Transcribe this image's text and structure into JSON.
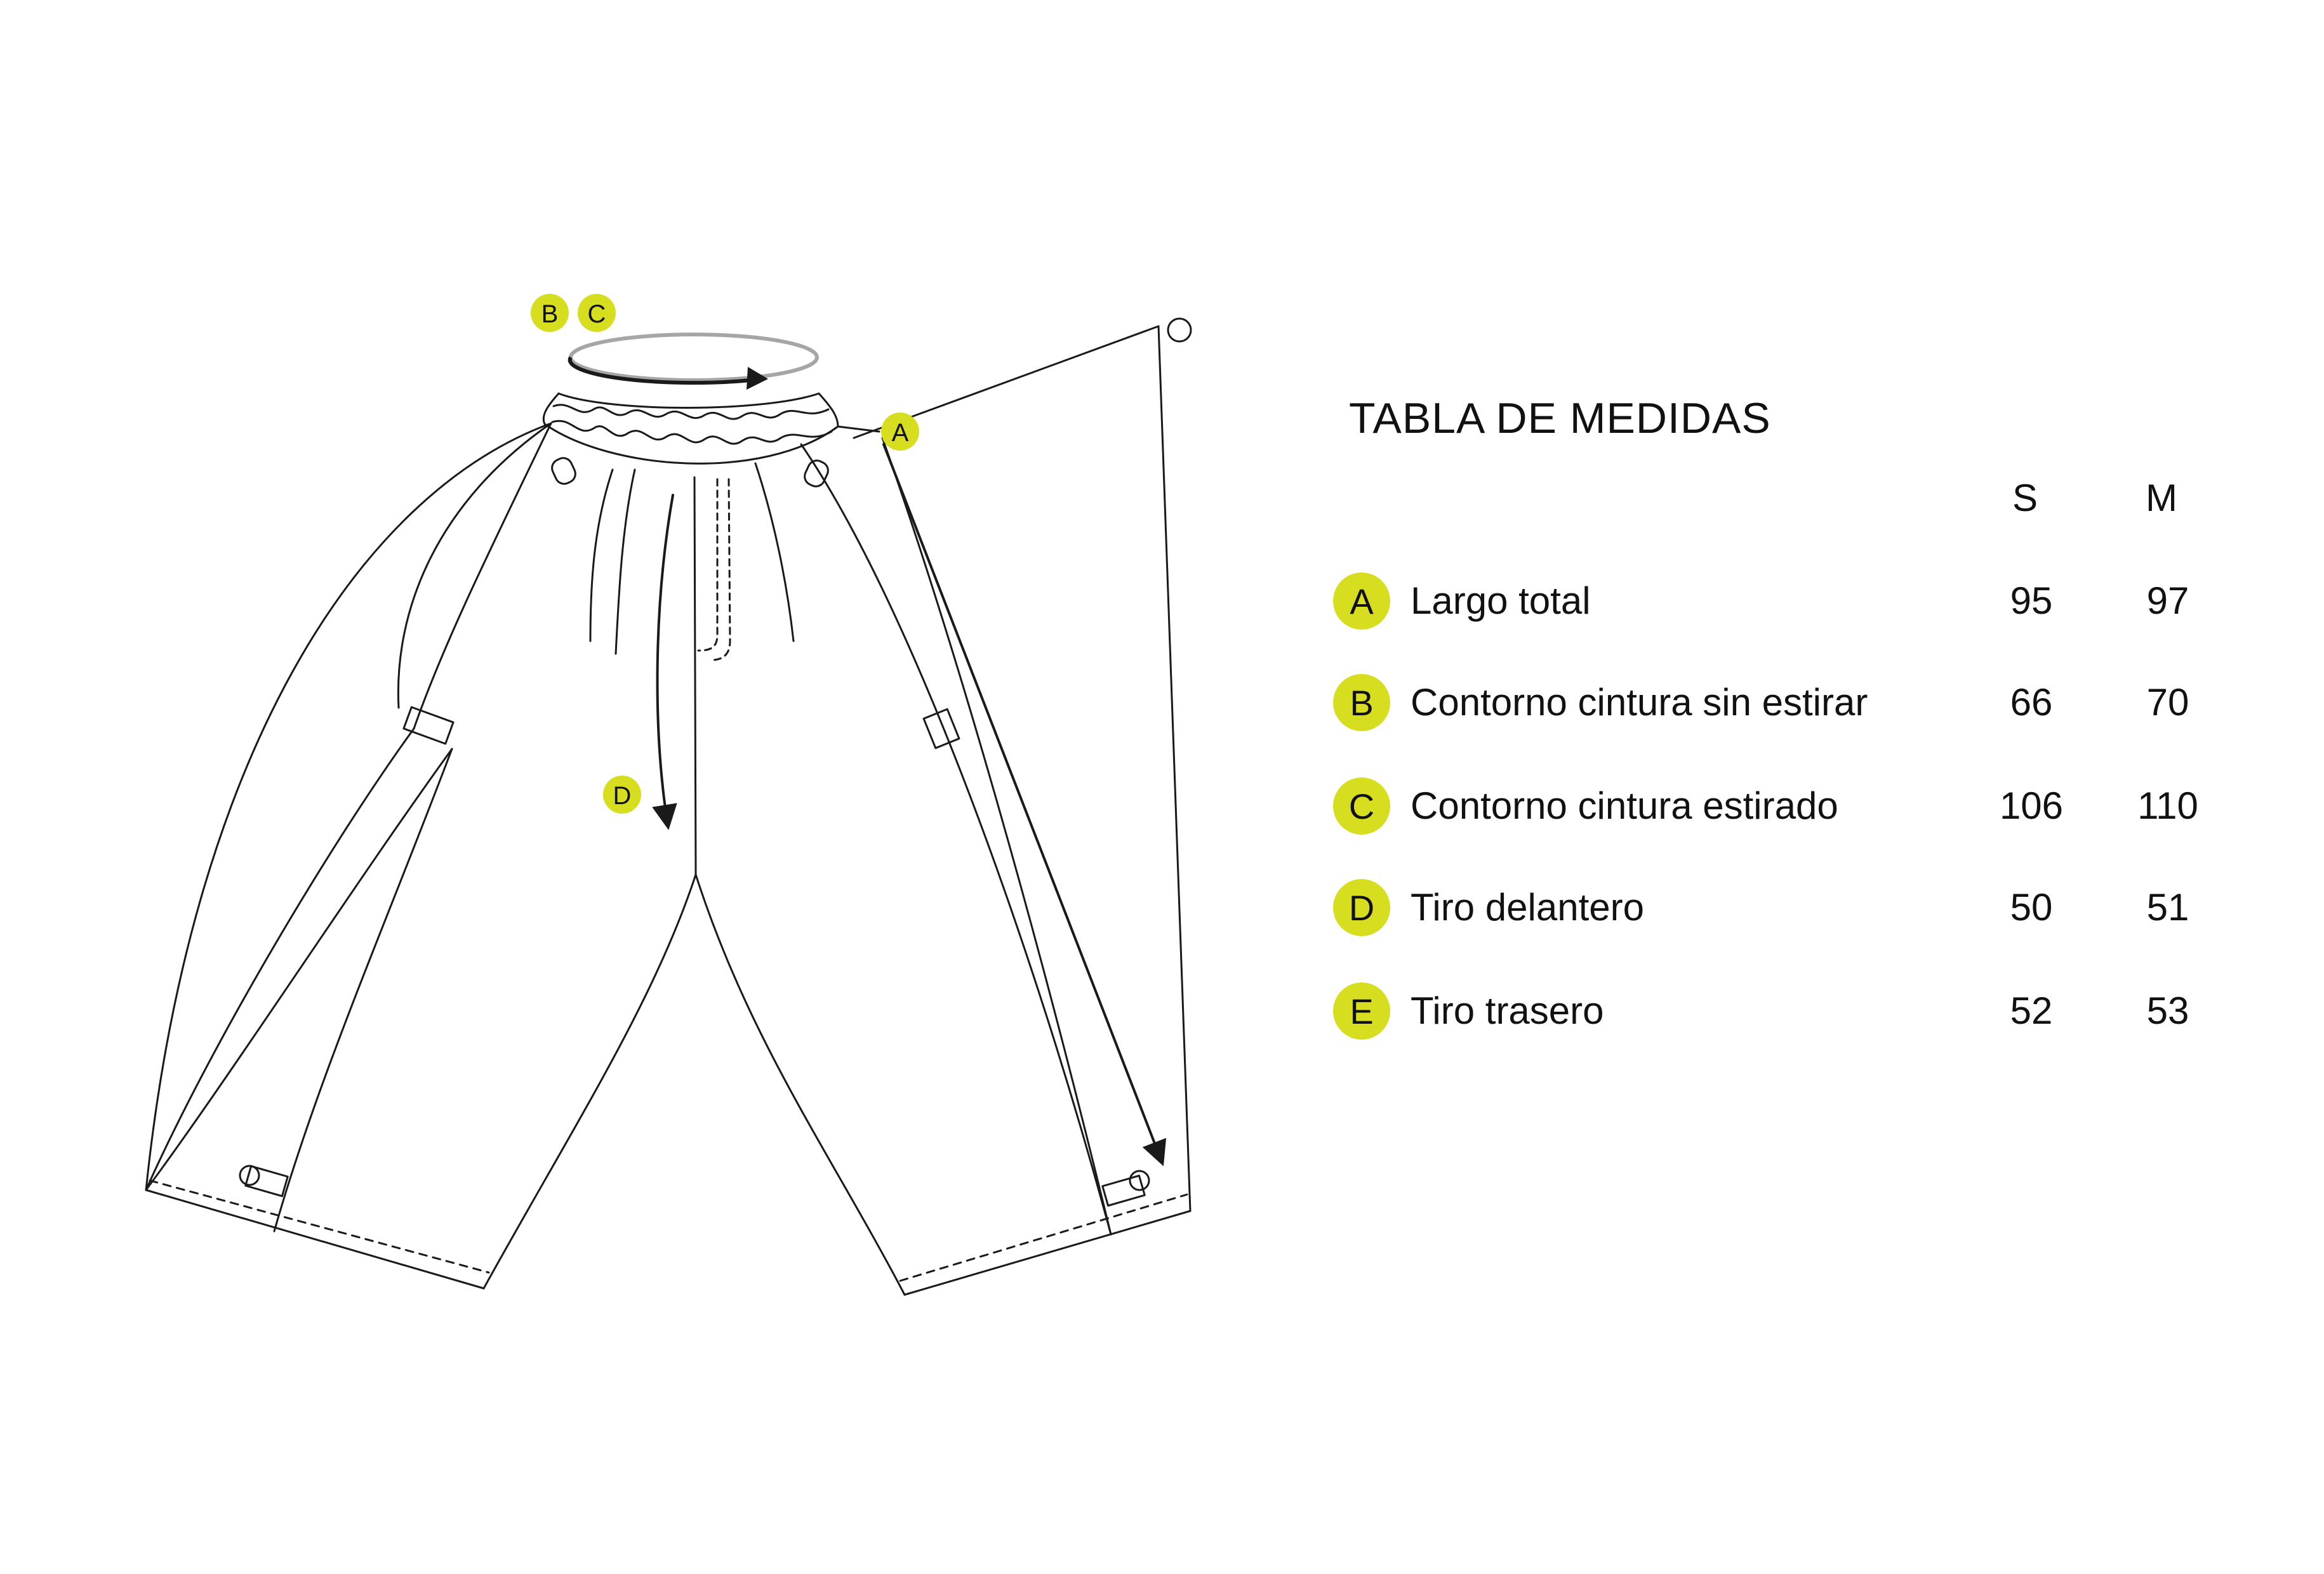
{
  "colors": {
    "accent": "#d7dd1f",
    "line": "#1a1a1a",
    "waist_arrow_gray": "#a6a6a6"
  },
  "diagram": {
    "labels": {
      "A": "A",
      "B": "B",
      "C": "C",
      "D": "D"
    }
  },
  "table": {
    "title": "TABLA DE MEDIDAS",
    "sizes": [
      "S",
      "M"
    ],
    "rows": [
      {
        "letter": "A",
        "label": "Largo total",
        "S": "95",
        "M": "97"
      },
      {
        "letter": "B",
        "label": "Contorno cintura sin estirar",
        "S": "66",
        "M": "70"
      },
      {
        "letter": "C",
        "label": "Contorno cintura estirado",
        "S": "106",
        "M": "110"
      },
      {
        "letter": "D",
        "label": "Tiro delantero",
        "S": "50",
        "M": "51"
      },
      {
        "letter": "E",
        "label": "Tiro trasero",
        "S": "52",
        "M": "53"
      }
    ]
  }
}
